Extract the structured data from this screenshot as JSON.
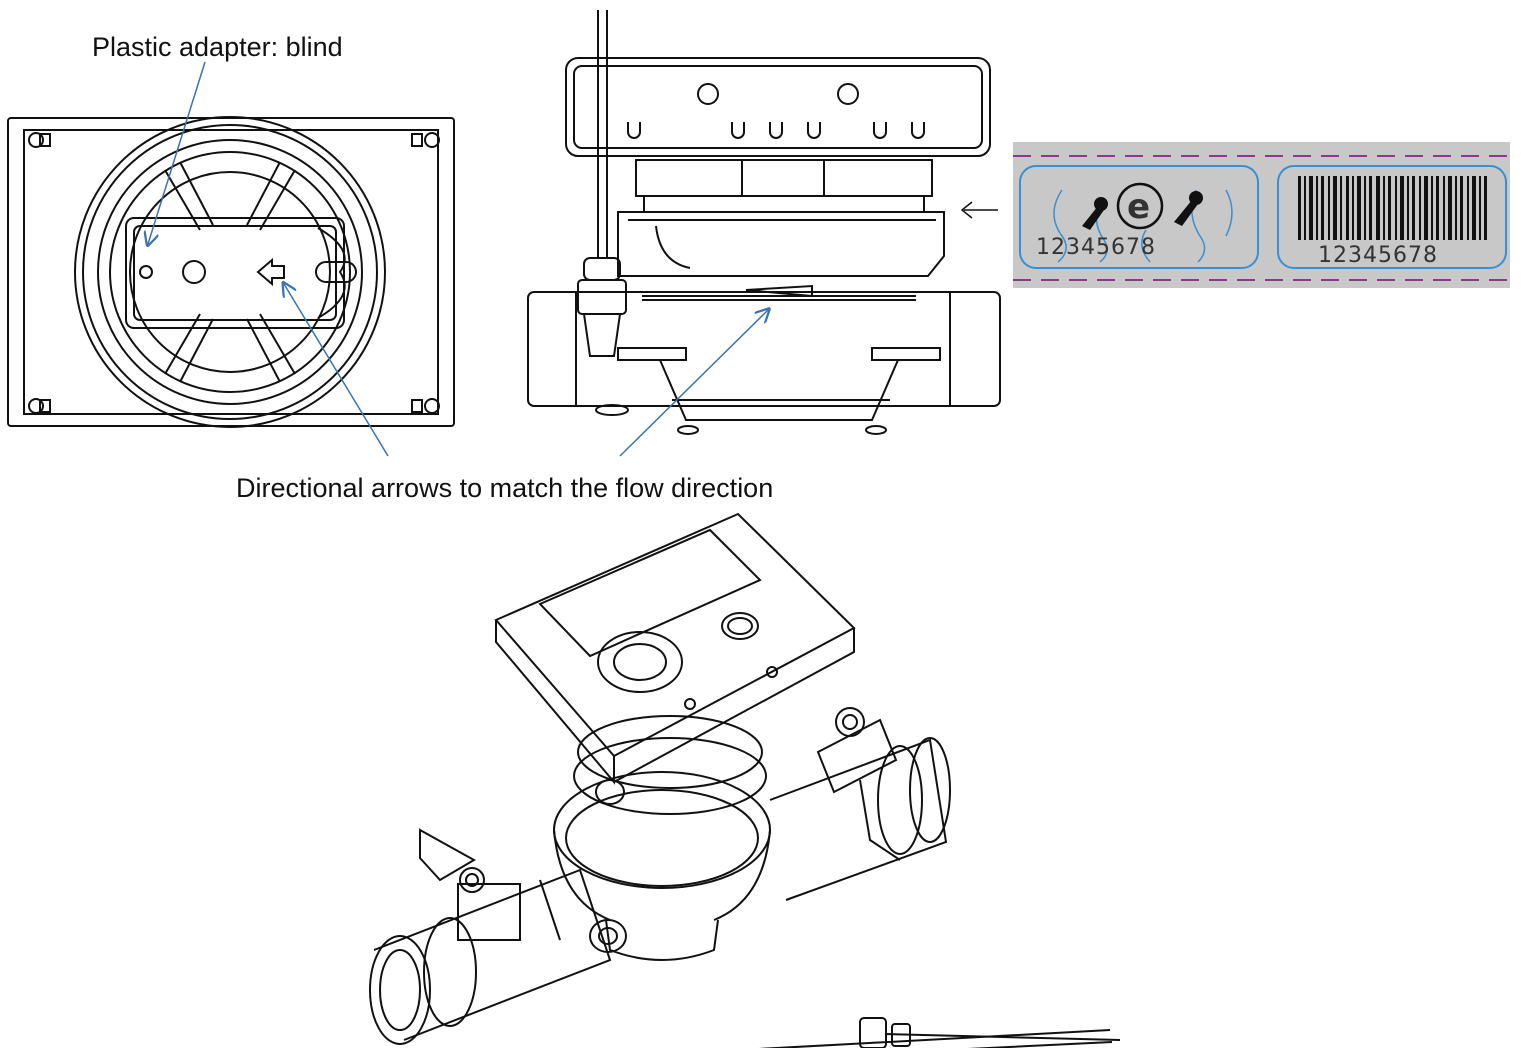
{
  "labels": {
    "adapter": "Plastic adapter: blind",
    "arrows": "Directional arrows to match the flow direction"
  },
  "seal": {
    "symbol_letter": "e",
    "number": "12345678",
    "barcode_number": "12345678",
    "background": "#c8c8c8",
    "frame_color": "#3a8fd0",
    "dash_color": "#8a3a8a"
  },
  "callout_color": "#3b72b0"
}
